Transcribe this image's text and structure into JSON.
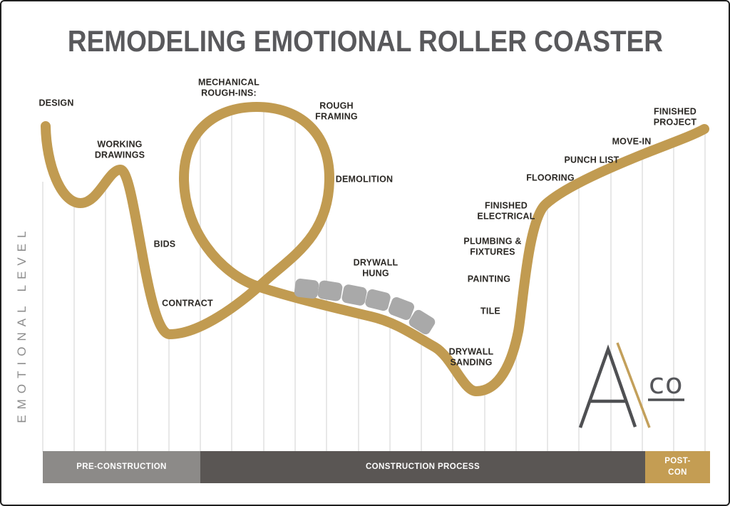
{
  "title": "REMODELING EMOTIONAL ROLLER COASTER",
  "axis": {
    "y_label": "EMOTIONAL LEVEL"
  },
  "stages": {
    "design": "DESIGN",
    "working_drawings": "WORKING\nDRAWINGS",
    "bids": "BIDS",
    "contract": "CONTRACT",
    "mechanical_rough_ins": "MECHANICAL\nROUGH-INS:",
    "rough_framing": "ROUGH\nFRAMING",
    "demolition": "DEMOLITION",
    "drywall_hung": "DRYWALL\nHUNG",
    "drywall_sanding": "DRYWALL\nSANDING",
    "tile": "TILE",
    "painting": "PAINTING",
    "plumbing_fixtures": "PLUMBING &\nFIXTURES",
    "finished_electrical": "FINISHED\nELECTRICAL",
    "flooring": "FLOORING",
    "punch_list": "PUNCH LIST",
    "move_in": "MOVE-IN",
    "finished_project": "FINISHED\nPROJECT"
  },
  "phases": {
    "pre_construction": "PRE-CONSTRUCTION",
    "construction": "CONSTRUCTION PROCESS",
    "post_construction": "POST-\nCON"
  },
  "logo": {
    "letter": "A",
    "suffix": "co"
  },
  "colors": {
    "track": "#C19B51",
    "cars": "#A9A9A9",
    "posts": "#DCDCDC",
    "phase_pre": "#8C8A88",
    "phase_construction": "#5A5654",
    "phase_post": "#C49D53",
    "title": "#59595C",
    "logo_gray": "#4F5053",
    "logo_gold": "#C3A05B"
  }
}
